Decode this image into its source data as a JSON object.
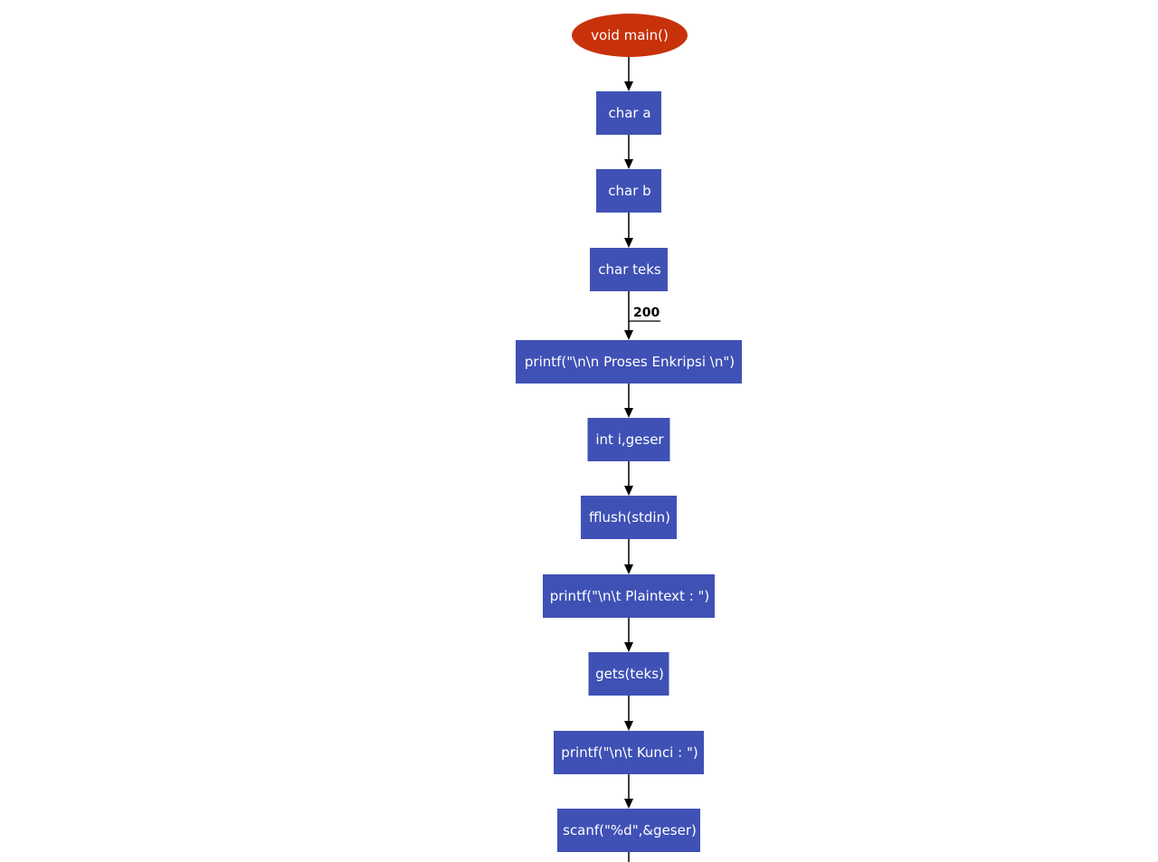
{
  "flowchart": {
    "colors": {
      "terminal": "#c8320a",
      "process": "#3f51b5",
      "text": "#ffffff",
      "edge": "#000000"
    },
    "nodes": [
      {
        "id": "start",
        "shape": "ellipse",
        "label": "void main()"
      },
      {
        "id": "n1",
        "shape": "rect",
        "label": "char a"
      },
      {
        "id": "n2",
        "shape": "rect",
        "label": "char b"
      },
      {
        "id": "n3",
        "shape": "rect",
        "label": "char teks"
      },
      {
        "id": "n4",
        "shape": "rect",
        "label": "printf(\"\\n\\n Proses Enkripsi \\n\")"
      },
      {
        "id": "n5",
        "shape": "rect",
        "label": "int i,geser"
      },
      {
        "id": "n6",
        "shape": "rect",
        "label": "fflush(stdin)"
      },
      {
        "id": "n7",
        "shape": "rect",
        "label": "printf(\"\\n\\t Plaintext : \")"
      },
      {
        "id": "n8",
        "shape": "rect",
        "label": "gets(teks)"
      },
      {
        "id": "n9",
        "shape": "rect",
        "label": "printf(\"\\n\\t Kunci : \")"
      },
      {
        "id": "n10",
        "shape": "rect",
        "label": "scanf(\"%d\",&geser)"
      }
    ],
    "edges": [
      {
        "from": "start",
        "to": "n1",
        "label": ""
      },
      {
        "from": "n1",
        "to": "n2",
        "label": ""
      },
      {
        "from": "n2",
        "to": "n3",
        "label": ""
      },
      {
        "from": "n3",
        "to": "n4",
        "label": "200"
      },
      {
        "from": "n4",
        "to": "n5",
        "label": ""
      },
      {
        "from": "n5",
        "to": "n6",
        "label": ""
      },
      {
        "from": "n6",
        "to": "n7",
        "label": ""
      },
      {
        "from": "n7",
        "to": "n8",
        "label": ""
      },
      {
        "from": "n8",
        "to": "n9",
        "label": ""
      },
      {
        "from": "n9",
        "to": "n10",
        "label": ""
      },
      {
        "from": "n10",
        "to": "",
        "label": ""
      }
    ]
  }
}
